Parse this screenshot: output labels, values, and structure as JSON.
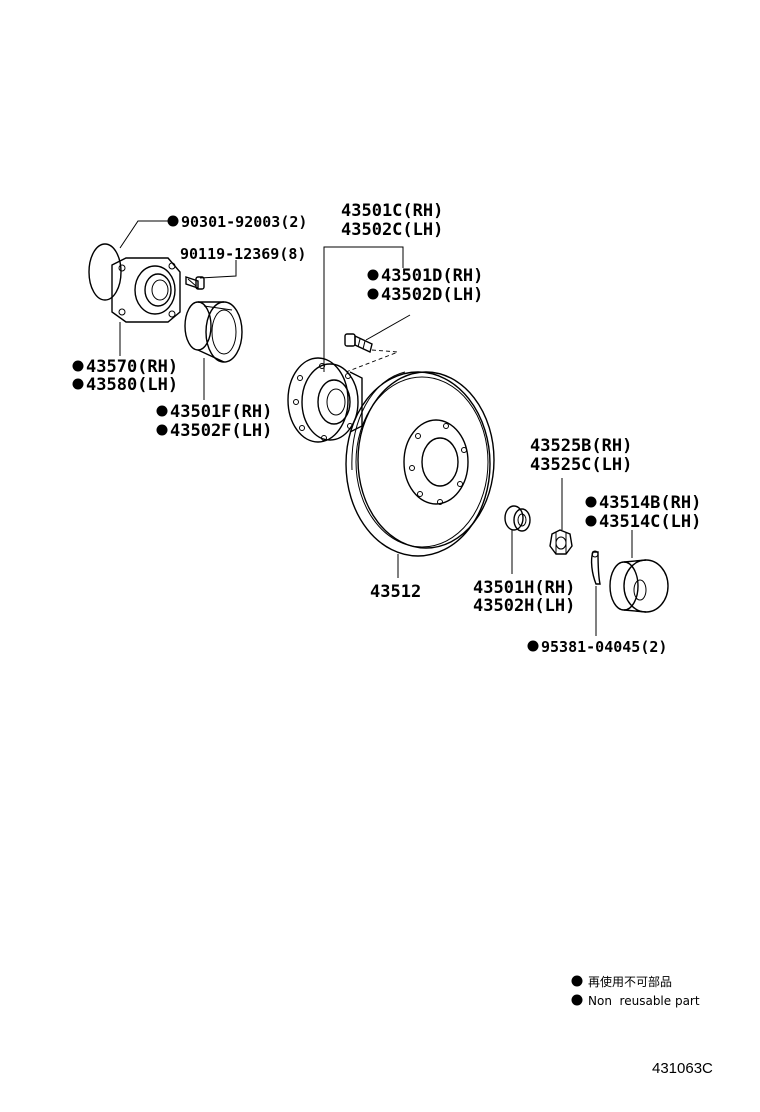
{
  "labels": {
    "gasket": "90301-92003(2)",
    "bolt_small": "90119-12369(8)",
    "hub_bearing_rh": "43570(RH)",
    "hub_bearing_lh": "43580(LH)",
    "seal_rh": "43501F(RH)",
    "seal_lh": "43502F(LH)",
    "hub_rh": "43501C(RH)",
    "hub_lh": "43502C(LH)",
    "hub_bolt_rh": "43501D(RH)",
    "hub_bolt_lh": "43502D(LH)",
    "rotor": "43512",
    "nut_lock_rh": "43525B(RH)",
    "nut_lock_lh": "43525C(LH)",
    "cap_rh": "43514B(RH)",
    "cap_lh": "43514C(LH)",
    "washer_rh": "43501H(RH)",
    "washer_lh": "43502H(LH)",
    "cotter_pin": "95381-04045(2)"
  },
  "legend": {
    "japanese": "再使用不可部品",
    "english": "Non  reusable part"
  },
  "illustration_code": "431063C",
  "colors": {
    "ink": "#000000",
    "background": "#ffffff"
  }
}
